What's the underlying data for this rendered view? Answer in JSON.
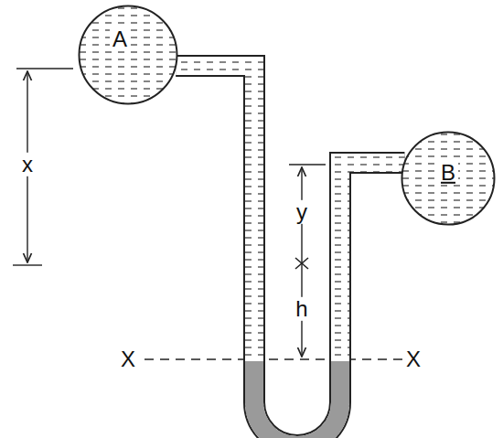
{
  "diagram": {
    "nodes": [
      {
        "text": [
          "A"
        ]
      },
      {
        "text": [
          "B"
        ]
      }
    ],
    "edges": [
      {
        "from": 0,
        "to": 1,
        "arrow": "none"
      }
    ],
    "labels": [
      "x",
      "y",
      "h",
      "X",
      "X"
    ]
  }
}
